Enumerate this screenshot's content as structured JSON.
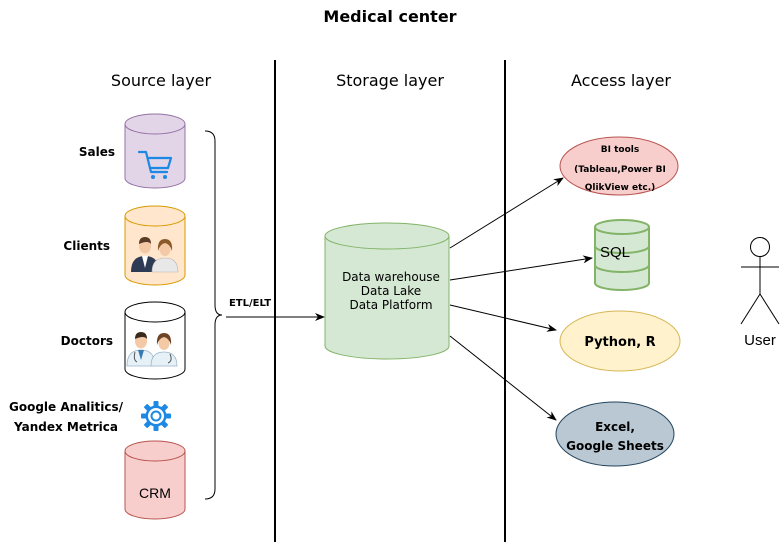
{
  "title": "Medical center",
  "layers": {
    "source": "Source layer",
    "storage": "Storage layer",
    "access": "Access layer"
  },
  "sources": {
    "sales": "Sales",
    "clients": "Clients",
    "doctors": "Doctors",
    "analytics_line1": "Google Analitics/",
    "analytics_line2": "Yandex Metrica",
    "crm": "CRM"
  },
  "etl_label": "ETL/ELT",
  "storage": {
    "line1": "Data warehouse",
    "line2": "Data Lake",
    "line3": "Data Platform"
  },
  "access": {
    "bi_line1": "BI tools",
    "bi_line2": "(Tableau,Power BI",
    "bi_line3": "QlikView etc.)",
    "sql": "SQL",
    "python": "Python, R",
    "excel_line1": "Excel,",
    "excel_line2": "Google Sheets"
  },
  "user_label": "User",
  "colors": {
    "sales_fill": "#e1d5e7",
    "sales_stroke": "#9673a6",
    "clients_fill": "#ffe6cc",
    "clients_stroke": "#d79b00",
    "doctors_fill": "#ffffff",
    "doctors_stroke": "#000000",
    "crm_fill": "#f8cecc",
    "crm_stroke": "#b85450",
    "storage_fill": "#d5e8d4",
    "storage_stroke": "#82b366",
    "bi_fill": "#f8cecc",
    "bi_stroke": "#b85450",
    "sql_fill": "#d5e8d4",
    "sql_stroke": "#82b366",
    "python_fill": "#fff2cc",
    "python_stroke": "#d6b656",
    "excel_fill": "#bac8d3",
    "excel_stroke": "#23445d",
    "cart_icon": "#1e88e5",
    "gear_icon": "#1e88e5"
  },
  "icons": {
    "cart": "shopping-cart-icon",
    "clients": "people-icon",
    "doctors": "doctors-icon",
    "gear": "gear-icon",
    "user": "actor-icon"
  }
}
